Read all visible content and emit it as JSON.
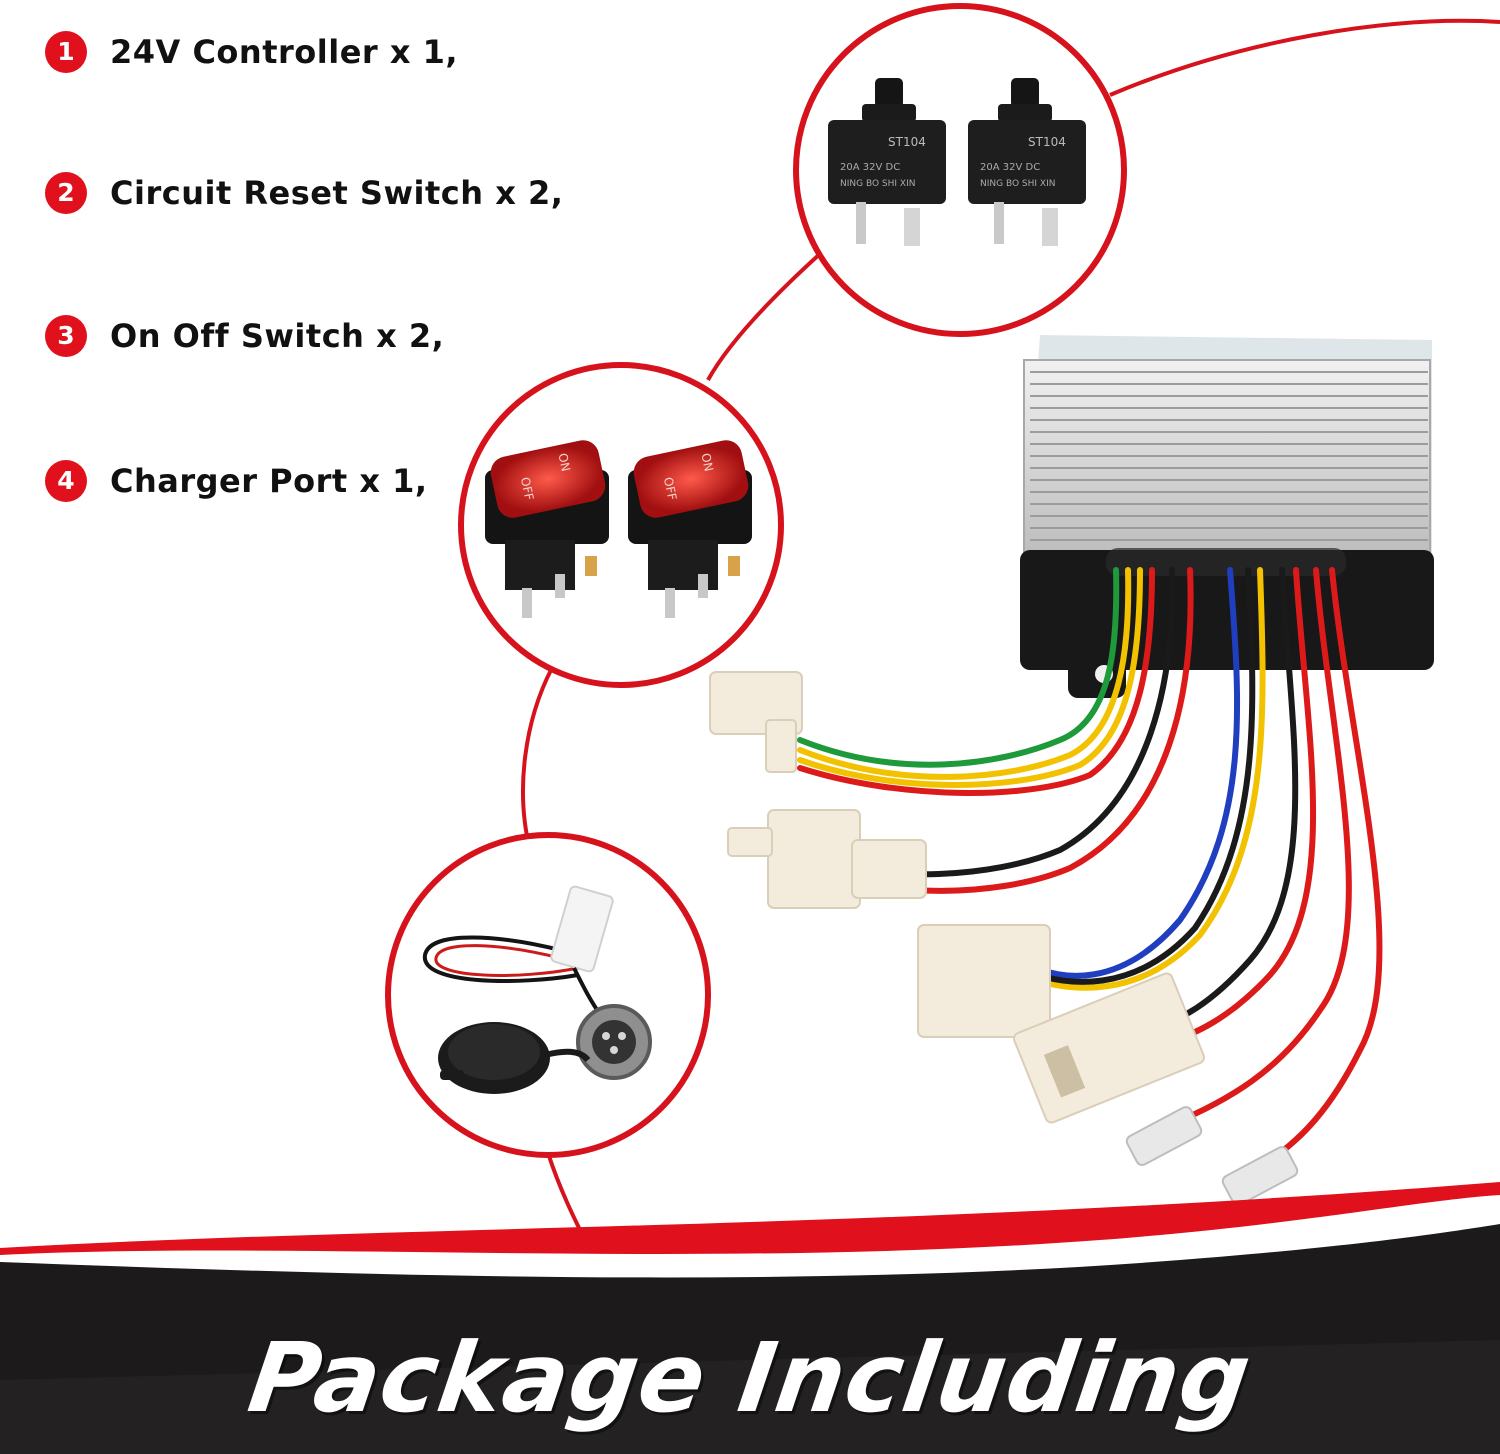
{
  "items": [
    {
      "number": "1",
      "label": "24V Controller x 1,"
    },
    {
      "number": "2",
      "label": "Circuit Reset Switch x 2,"
    },
    {
      "number": "3",
      "label": "On Off Switch x 2,"
    },
    {
      "number": "4",
      "label": "Charger Port x 1,"
    }
  ],
  "breaker_labels": [
    {
      "model": "ST104",
      "rating": "20A  32V  DC",
      "maker": "NING BO  SHI XIN"
    },
    {
      "model": "ST104",
      "rating": "20A  32V  DC",
      "maker": "NING BO  SHI XIN"
    }
  ],
  "rocker_switch_labels": {
    "on": "ON",
    "off": "OFF"
  },
  "banner": {
    "title": "Package Including"
  },
  "colors": {
    "accent_red": "#e0101c",
    "banner_dark": "#1c1a1b",
    "wire_red": "#dd1a1a",
    "wire_yellow": "#f2c200",
    "wire_green": "#1e9a3a",
    "wire_blue": "#1f3fc0",
    "wire_black": "#1a1a1a"
  },
  "icons": [
    "number-badge-icon"
  ]
}
